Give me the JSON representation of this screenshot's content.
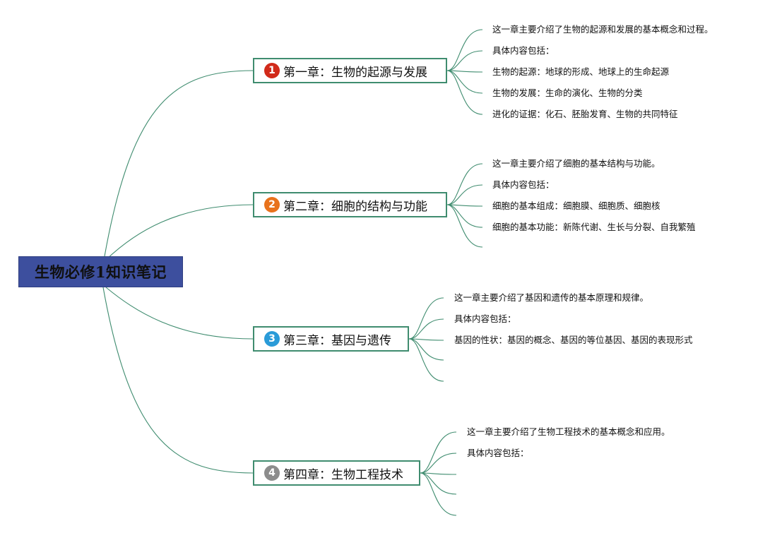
{
  "root": {
    "title": "生物必修1知识笔记"
  },
  "colors": {
    "line": "#3f8c6f",
    "root_bg": "#3d4f9e",
    "badge_1": "#d12a1a",
    "badge_2": "#e8721c",
    "badge_3": "#2a9bd8",
    "badge_4": "#8c8c8c"
  },
  "chapters": [
    {
      "num": "1",
      "title": "第一章：生物的起源与发展",
      "notes": [
        "这一章主要介绍了生物的起源和发展的基本概念和过程。",
        "具体内容包括：",
        "生物的起源：地球的形成、地球上的生命起源",
        "生物的发展：生命的演化、生物的分类",
        "进化的证据：化石、胚胎发育、生物的共同特征"
      ]
    },
    {
      "num": "2",
      "title": "第二章：细胞的结构与功能",
      "notes": [
        "这一章主要介绍了细胞的基本结构与功能。",
        "具体内容包括：",
        "细胞的基本组成：细胞膜、细胞质、细胞核",
        "细胞的基本功能：新陈代谢、生长与分裂、自我繁殖",
        ""
      ]
    },
    {
      "num": "3",
      "title": "第三章：基因与遗传",
      "notes": [
        "这一章主要介绍了基因和遗传的基本原理和规律。",
        "具体内容包括：",
        "基因的性状：基因的概念、基因的等位基因、基因的表现形式",
        "",
        ""
      ]
    },
    {
      "num": "4",
      "title": "第四章：生物工程技术",
      "notes": [
        "这一章主要介绍了生物工程技术的基本概念和应用。",
        "具体内容包括：",
        "",
        "",
        ""
      ]
    }
  ]
}
